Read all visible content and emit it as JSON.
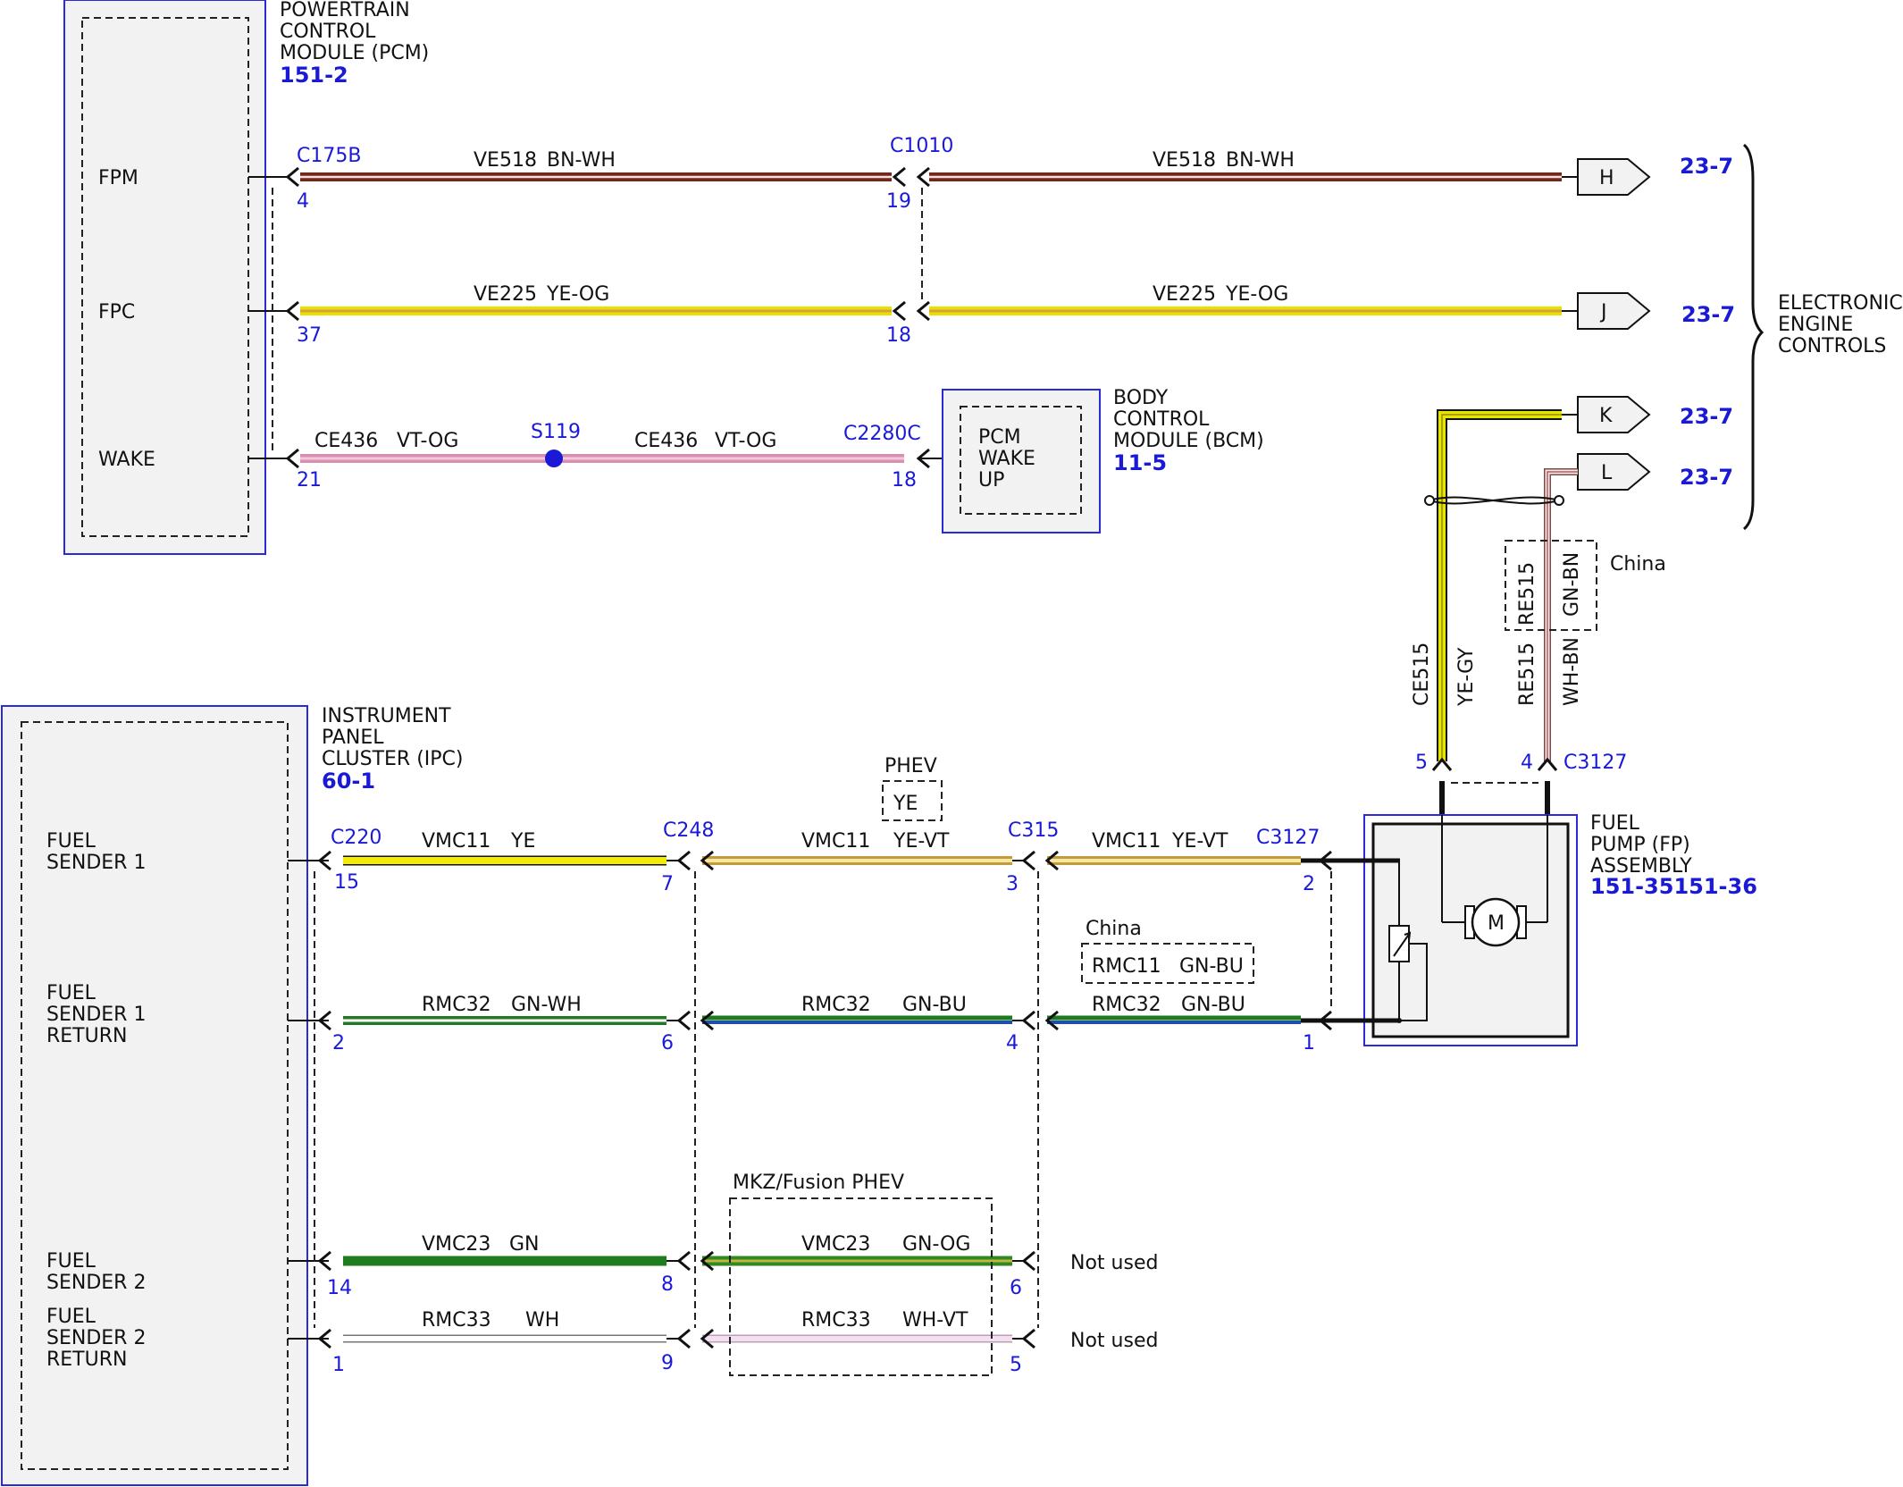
{
  "modules": {
    "pcm": {
      "name_lines": [
        "POWERTRAIN",
        "CONTROL",
        "MODULE (PCM)"
      ],
      "ref": "151-2",
      "pins": [
        "FPM",
        "FPC",
        "WAKE"
      ]
    },
    "bcm": {
      "name_lines": [
        "BODY",
        "CONTROL",
        "MODULE (BCM)"
      ],
      "ref": "11-5",
      "inner_lines": [
        "PCM",
        "WAKE",
        "UP"
      ]
    },
    "ipc": {
      "name_lines": [
        "INSTRUMENT",
        "PANEL",
        "CLUSTER (IPC)"
      ],
      "ref": "60-1",
      "pins": [
        [
          "FUEL",
          "SENDER 1"
        ],
        [
          "FUEL",
          "SENDER 1",
          "RETURN"
        ],
        [
          "FUEL",
          "SENDER 2"
        ],
        [
          "FUEL",
          "SENDER 2",
          "RETURN"
        ]
      ]
    },
    "fp": {
      "name_lines": [
        "FUEL",
        "PUMP (FP)",
        "ASSEMBLY"
      ],
      "ref": "151-35151-36",
      "motor": "M"
    },
    "eec": {
      "name_lines": [
        "ELECTRONIC",
        "ENGINE",
        "CONTROLS"
      ]
    }
  },
  "connectors": {
    "c175b": "C175B",
    "c1010": "C1010",
    "c2280c": "C2280C",
    "s119": "S119",
    "c220": "C220",
    "c248": "C248",
    "c315": "C315",
    "c3127_ipc": "C3127",
    "c3127_top": "C3127"
  },
  "pins": {
    "c175b": [
      "4",
      "37",
      "21"
    ],
    "c1010": [
      "19",
      "18"
    ],
    "c2280c": "18",
    "c220": [
      "15",
      "2",
      "14",
      "1"
    ],
    "c248": [
      "7",
      "6",
      "8",
      "9"
    ],
    "c315": [
      "3",
      "4",
      "6",
      "5"
    ],
    "c3127_left": [
      "2",
      "1"
    ],
    "c3127_top": [
      "5",
      "4"
    ]
  },
  "wires": {
    "fpm_a": [
      "VE518",
      "BN-WH"
    ],
    "fpm_b": [
      "VE518",
      "BN-WH"
    ],
    "fpc_a": [
      "VE225",
      "YE-OG"
    ],
    "fpc_b": [
      "VE225",
      "YE-OG"
    ],
    "wake_a": [
      "CE436",
      "VT-OG"
    ],
    "wake_b": [
      "CE436",
      "VT-OG"
    ],
    "s1_a": [
      "VMC11",
      "YE"
    ],
    "s1_b": [
      "VMC11",
      "YE-VT"
    ],
    "s1_c": [
      "VMC11",
      "YE-VT"
    ],
    "s1r_a": [
      "RMC32",
      "GN-WH"
    ],
    "s1r_b": [
      "RMC32",
      "GN-BU"
    ],
    "s1r_c": [
      "RMC32",
      "GN-BU"
    ],
    "s2_a": [
      "VMC23",
      "GN"
    ],
    "s2_b": [
      "VMC23",
      "GN-OG"
    ],
    "s2r_a": [
      "RMC33",
      "WH"
    ],
    "s2r_b": [
      "RMC33",
      "WH-VT"
    ],
    "k_vertical": [
      "CE515",
      "YE-GY"
    ],
    "l_vertical": [
      "RE515",
      "WH-BN"
    ],
    "l_china": [
      "RE515",
      "GN-BN"
    ]
  },
  "options": {
    "china_top": "China",
    "phev": "PHEV",
    "phev_color": "YE",
    "china_mid": "China",
    "china_mid_wire": [
      "RMC11",
      "GN-BU"
    ],
    "mkz": "MKZ/Fusion PHEV",
    "not_used": [
      "Not used",
      "Not used"
    ]
  },
  "flags": [
    {
      "letter": "H",
      "ref": "23-7"
    },
    {
      "letter": "J",
      "ref": "23-7"
    },
    {
      "letter": "K",
      "ref": "23-7"
    },
    {
      "letter": "L",
      "ref": "23-7"
    }
  ],
  "colors": {
    "BN-WH": [
      "#7a2319",
      "#f0e6e6"
    ],
    "YE-OG": [
      "#e8e000",
      "#d7a23a"
    ],
    "VT-OG": [
      "#d990b0",
      "#f2c7da"
    ],
    "YE": [
      "#f2ec00",
      "#f2ec00"
    ],
    "YE-VT": [
      "#ecd36e",
      "#f4e6a6"
    ],
    "GN-WH": [
      "#217a21",
      "#ffffff"
    ],
    "GN-BU": [
      "#1e7a1e",
      "#1d4fa8"
    ],
    "GN": [
      "#1f7d1f",
      "#1f7d1f"
    ],
    "GN-OG": [
      "#2f8a24",
      "#c2b73c"
    ],
    "WH": [
      "#ffffff",
      "#ffffff"
    ],
    "WH-VT": [
      "#f3dff0",
      "#e6c6e2"
    ],
    "YE-GY": [
      "#e9e300",
      "#b8b800"
    ],
    "WH-BN": [
      "#f3eaea",
      "#b07070"
    ]
  }
}
